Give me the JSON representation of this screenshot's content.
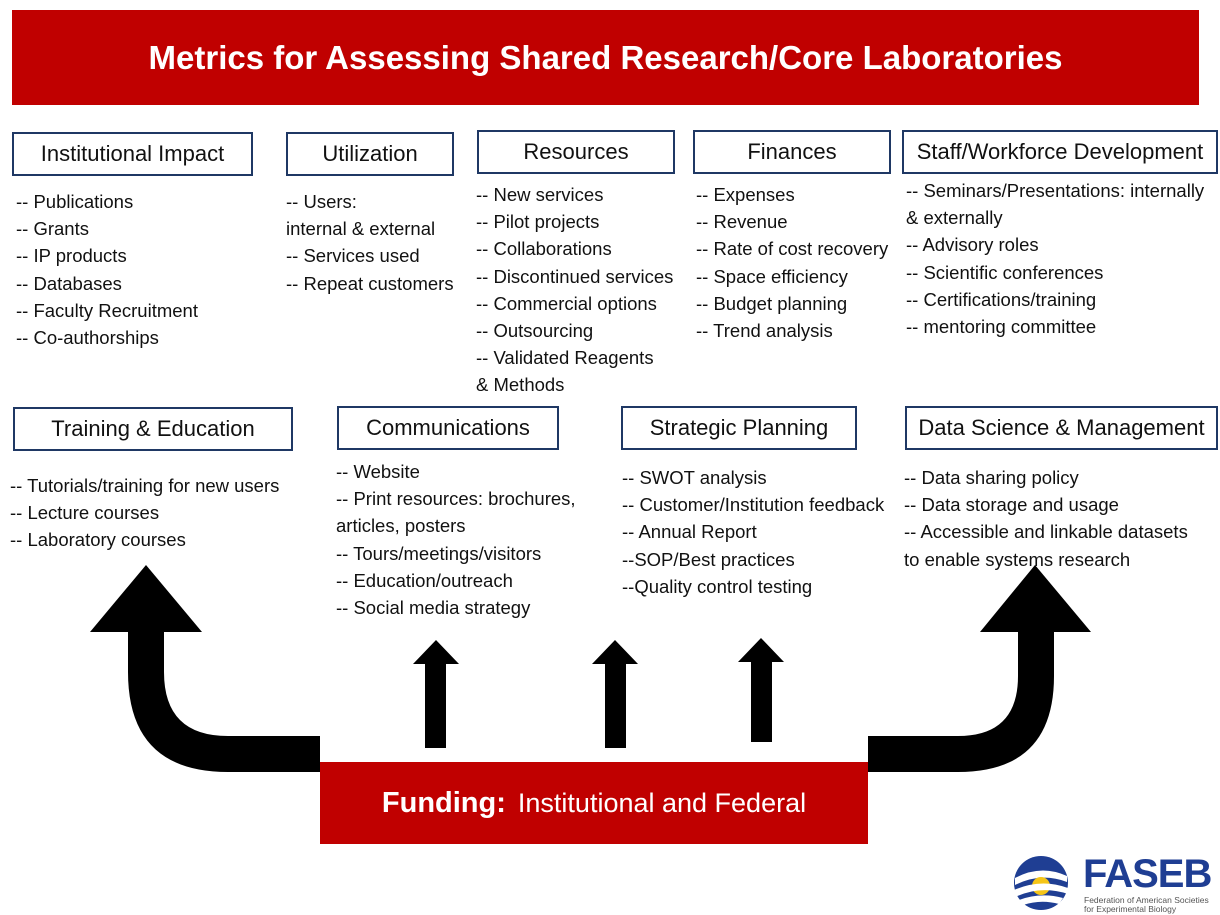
{
  "title": "Metrics for Assessing Shared Research/Core Laboratories",
  "categories": {
    "institutional_impact": {
      "label": "Institutional Impact",
      "items": [
        "-- Publications",
        "-- Grants",
        "-- IP products",
        "-- Databases",
        "-- Faculty Recruitment",
        "-- Co-authorships"
      ]
    },
    "utilization": {
      "label": "Utilization",
      "items": [
        "-- Users:",
        "internal & external",
        "-- Services used",
        "-- Repeat customers"
      ]
    },
    "resources": {
      "label": "Resources",
      "items": [
        "-- New services",
        "-- Pilot projects",
        "-- Collaborations",
        "-- Discontinued services",
        "-- Commercial options",
        "-- Outsourcing",
        "-- Validated Reagents",
        "&  Methods"
      ]
    },
    "finances": {
      "label": "Finances",
      "items": [
        "-- Expenses",
        "-- Revenue",
        "-- Rate of cost recovery",
        "-- Space efficiency",
        "-- Budget planning",
        "-- Trend analysis"
      ]
    },
    "staff_workforce": {
      "label": "Staff/Workforce Development",
      "items": [
        "-- Seminars/Presentations: internally",
        "& externally",
        "-- Advisory roles",
        "-- Scientific conferences",
        "-- Certifications/training",
        "-- mentoring committee"
      ]
    },
    "training_education": {
      "label": "Training & Education",
      "items": [
        "-- Tutorials/training for new users",
        "-- Lecture courses",
        "-- Laboratory courses"
      ]
    },
    "communications": {
      "label": "Communications",
      "items": [
        "-- Website",
        "-- Print resources: brochures,",
        "articles, posters",
        "-- Tours/meetings/visitors",
        "-- Education/outreach",
        "-- Social media strategy"
      ]
    },
    "strategic_planning": {
      "label": "Strategic Planning",
      "items": [
        "-- SWOT analysis",
        "-- Customer/Institution feedback",
        "-- Annual Report",
        "--SOP/Best practices",
        "--Quality control testing"
      ]
    },
    "data_science": {
      "label": "Data Science & Management",
      "items": [
        "-- Data sharing policy",
        "-- Data storage and usage",
        "-- Accessible and linkable datasets",
        "to enable systems research"
      ]
    }
  },
  "funding": {
    "label": "Funding:",
    "text": "Institutional and Federal"
  },
  "logo": {
    "name": "FASEB",
    "subtitle_line1": "Federation of American Societies",
    "subtitle_line2": "for Experimental Biology"
  },
  "colors": {
    "banner": "#c00000",
    "box_border": "#1f3864",
    "arrow": "#000000",
    "logo_blue": "#1f3e93",
    "logo_yellow": "#f5c518"
  }
}
